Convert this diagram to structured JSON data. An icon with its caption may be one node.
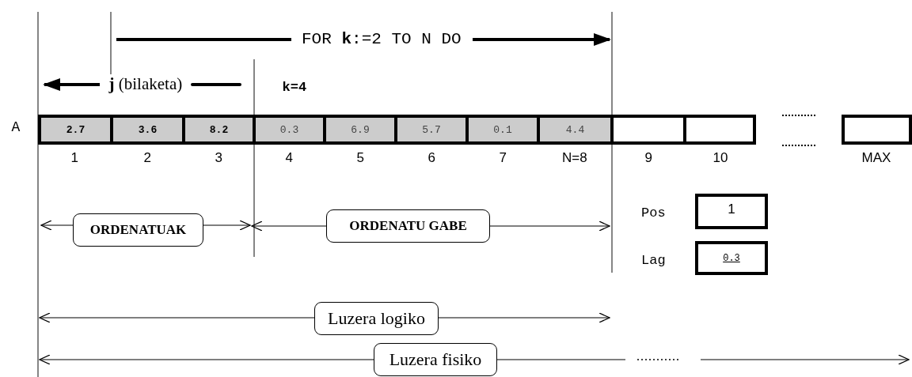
{
  "diagram": {
    "nodes": [
      {
        "text": [
          "2.7"
        ]
      },
      {
        "text": [
          "3.6"
        ]
      },
      {
        "text": [
          "8.2"
        ]
      },
      {
        "text": [
          "0.3"
        ]
      },
      {
        "text": [
          "6.9"
        ]
      },
      {
        "text": [
          "5.7"
        ]
      },
      {
        "text": [
          "0.1"
        ]
      },
      {
        "text": [
          "4.4"
        ]
      },
      {
        "text": [],
        "shape": "box"
      },
      {
        "text": [],
        "shape": "box"
      },
      {
        "text": [],
        "shape": "box"
      },
      {
        "text": [
          "1"
        ],
        "beside": [
          "Pos"
        ]
      },
      {
        "text": [
          "0.3"
        ],
        "beside": [
          "Lag"
        ]
      },
      {
        "text": [
          "ORDENATUAK"
        ]
      },
      {
        "text": [
          "ORDENATU GABE"
        ]
      },
      {
        "text": [
          "Luzera logiko"
        ]
      },
      {
        "text": [
          "Luzera fisiko"
        ]
      }
    ],
    "labels": [
      "FOR **k**:=2 TO N DO",
      "**j** (bilaketa)",
      "k=4",
      "A",
      "1",
      "2",
      "3",
      "4",
      "5",
      "6",
      "7",
      "N=8",
      "9",
      "10",
      "MAX"
    ]
  }
}
